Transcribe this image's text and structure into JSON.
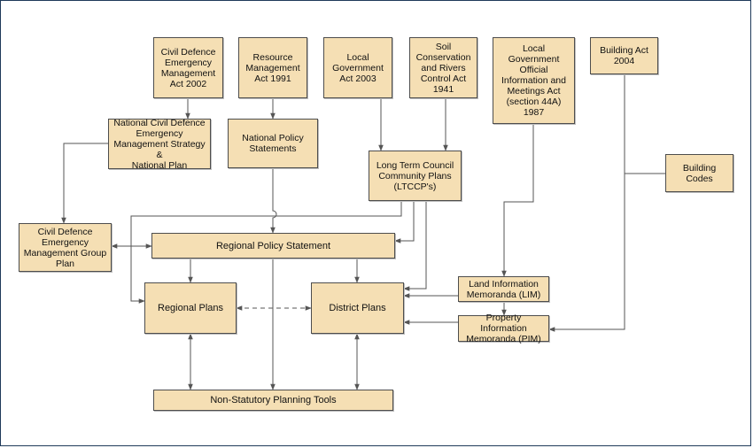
{
  "diagram": {
    "nodes": {
      "cdem_act": "Civil Defence\nEmergency\nManagement\nAct 2002",
      "rma": "Resource\nManagement\nAct 1991",
      "lga": "Local\nGovernment\nAct 2003",
      "scrca": "Soil\nConservation\nand Rivers\nControl Act\n1941",
      "lgoima": "Local Government\nOfficial\nInformation and\nMeetings Act\n(section 44A)\n1987",
      "building_act": "Building Act\n2004",
      "ncdem_strategy": "National Civil Defence\nEmergency\nManagement Strategy &\nNational Plan",
      "nps": "National Policy\nStatements",
      "ltccp": "Long Term Council\nCommunity Plans\n(LTCCP's)",
      "building_codes": "Building Codes",
      "cdem_group_plan": "Civil Defence\nEmergency\nManagement Group\nPlan",
      "rps": "Regional Policy Statement",
      "regional_plans": "Regional Plans",
      "district_plans": "District Plans",
      "lim": "Land Information\nMemoranda (LIM)",
      "pim": "Property Information\nMemoranda (PIM)",
      "nspt": "Non-Statutory Planning Tools"
    },
    "colors": {
      "node_fill": "#f5dfb4",
      "node_border": "#4d4d4d",
      "line": "#555555",
      "frame": "#1f3a5a"
    }
  }
}
